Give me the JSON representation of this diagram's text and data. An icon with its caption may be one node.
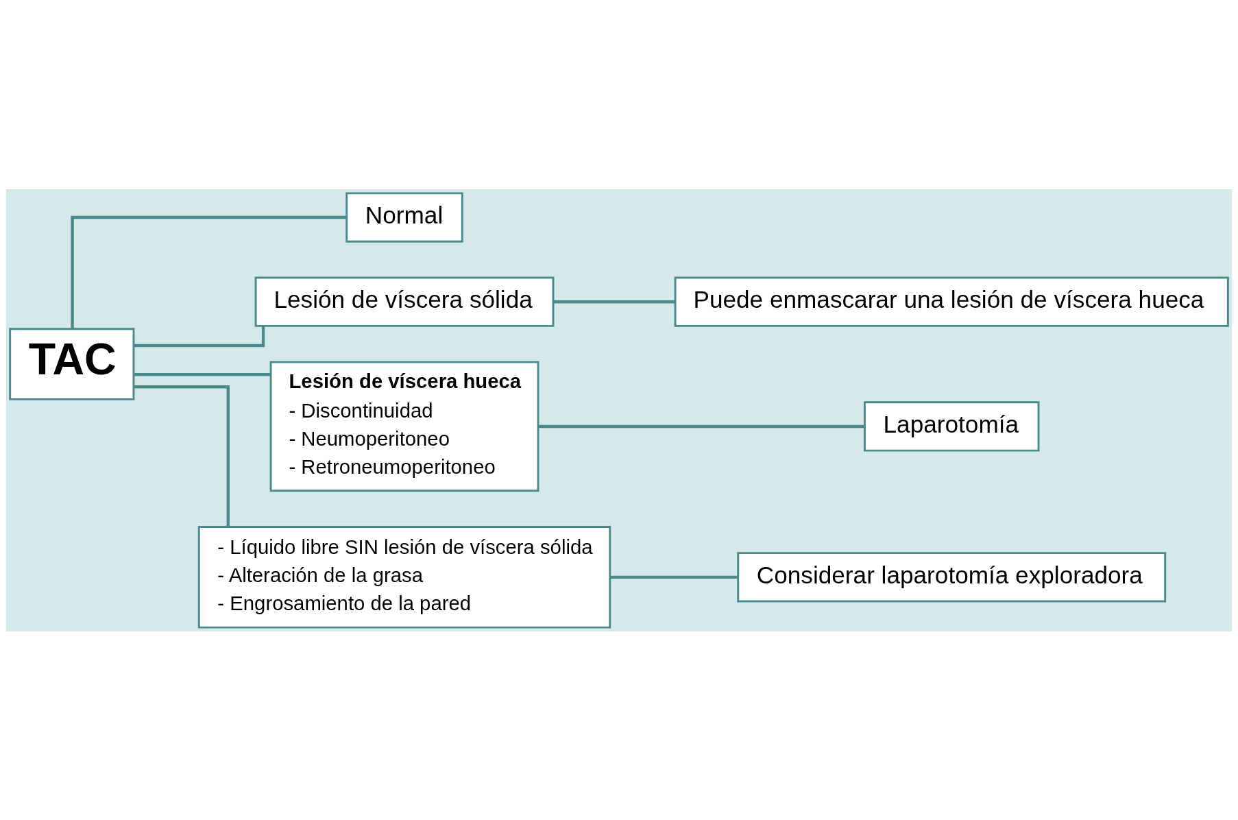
{
  "diagram": {
    "nodes": [
      {
        "text": [
          "TAC"
        ]
      },
      {
        "text": [
          "Normal"
        ]
      },
      {
        "text": [
          "Lesión de víscera sólida"
        ]
      },
      {
        "text": [
          "Puede enmascarar una lesión de víscera hueca"
        ]
      },
      {
        "text": [
          "Lesión de víscera hueca",
          "- Discontinuidad",
          "- Neumoperitoneo",
          "- Retroneumoperitoneo"
        ]
      },
      {
        "text": [
          "Laparotomía"
        ]
      },
      {
        "text": [
          "- Líquido libre SIN lesión de víscera sólida",
          "- Alteración de la grasa",
          "- Engrosamiento de la pared"
        ]
      },
      {
        "text": [
          "Considerar laparotomía exploradora"
        ]
      }
    ],
    "edges": [
      {
        "from": 0,
        "to": 1,
        "arrow": "none"
      },
      {
        "from": 0,
        "to": 2,
        "arrow": "none"
      },
      {
        "from": 0,
        "to": 4,
        "arrow": "none"
      },
      {
        "from": 0,
        "to": 6,
        "arrow": "none"
      },
      {
        "from": 2,
        "to": 3,
        "arrow": "none"
      },
      {
        "from": 4,
        "to": 5,
        "arrow": "none"
      },
      {
        "from": 6,
        "to": 7,
        "arrow": "none"
      }
    ]
  }
}
